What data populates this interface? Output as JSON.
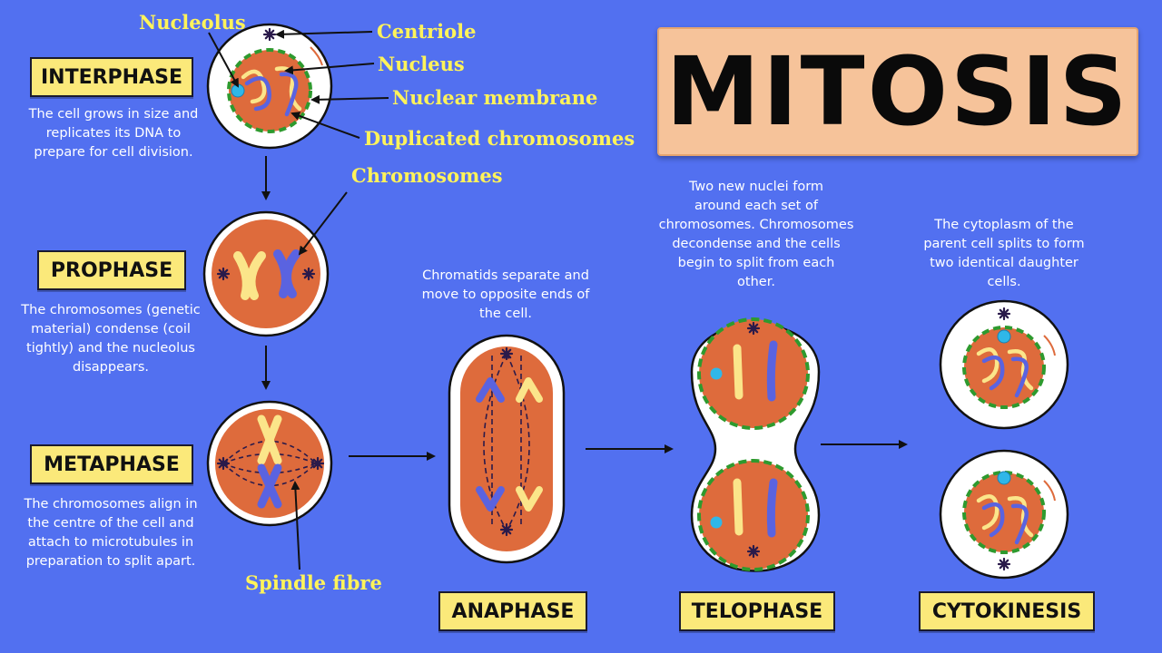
{
  "title": "MITOSIS",
  "phases": {
    "interphase": {
      "label": "INTERPHASE",
      "desc": [
        "The cell grows in size and",
        "replicates its DNA to",
        "prepare for cell division."
      ]
    },
    "prophase": {
      "label": "PROPHASE",
      "desc": [
        "The chromosomes (genetic",
        "material) condense (coil",
        "tightly) and the nucleolus",
        "disappears."
      ]
    },
    "metaphase": {
      "label": "METAPHASE",
      "desc": [
        "The chromosomes align in",
        "the centre of the cell and",
        "attach to microtubules in",
        "preparation to split apart."
      ]
    },
    "anaphase": {
      "label": "ANAPHASE",
      "desc": [
        "Chromatids separate and",
        "move to opposite ends of",
        "the cell."
      ]
    },
    "telophase": {
      "label": "TELOPHASE",
      "desc": [
        "Two new nuclei form",
        "around each set of",
        "chromosomes. Chromosomes",
        "decondense and the cells",
        "begin to split from each",
        "other."
      ]
    },
    "cytokinesis": {
      "label": "CYTOKINESIS",
      "desc": [
        "The cytoplasm of the",
        "parent cell splits to form",
        "two identical daughter",
        "cells."
      ]
    }
  },
  "callouts": {
    "nucleolus": "Nucleolus",
    "centriole": "Centriole",
    "nucleus": "Nucleus",
    "nuclear_membrane": "Nuclear membrane",
    "duplicated_chromosomes": "Duplicated chromosomes",
    "chromosomes": "Chromosomes",
    "spindle_fibre": "Spindle fibre"
  },
  "colors": {
    "background": "#5270f0",
    "label_fill": "#fbe97a",
    "title_fill": "#f6c39a",
    "cytoplasm": "#de6b3c",
    "membrane_dash": "#2e9a2e",
    "chromosome_yellow": "#fbe58a",
    "chromosome_blue": "#5a63e0",
    "nucleolus": "#2fb7e8",
    "callout_text": "#fff35a"
  }
}
